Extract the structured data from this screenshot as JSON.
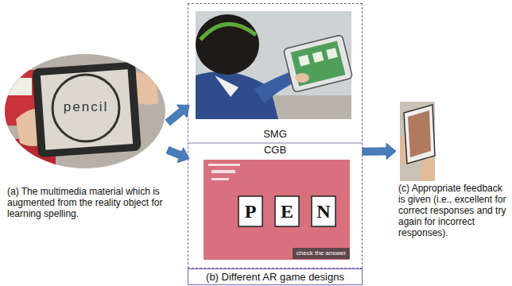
{
  "diagram": {
    "nodes": [
      {
        "text": [
          "(a) The multimedia material which is augmented from the reality object for learning spelling."
        ]
      },
      {
        "text": [
          "(b) Different AR game designs"
        ]
      },
      {
        "text": [
          "SMG"
        ],
        "in": 1
      },
      {
        "text": [
          "CGB"
        ],
        "in": 1
      },
      {
        "text": [
          "(c) Appropriate feedback is given (i.e., excellent for correct responses and try again for incorrect responses)."
        ]
      }
    ],
    "edges": [
      {
        "from": 0,
        "to": 2,
        "arrow": "to"
      },
      {
        "from": 0,
        "to": 3,
        "arrow": "to"
      },
      {
        "from": 1,
        "to": 4,
        "arrow": "to"
      }
    ],
    "labels": [
      "pencil",
      "P",
      "E",
      "N",
      "check the answer"
    ]
  }
}
